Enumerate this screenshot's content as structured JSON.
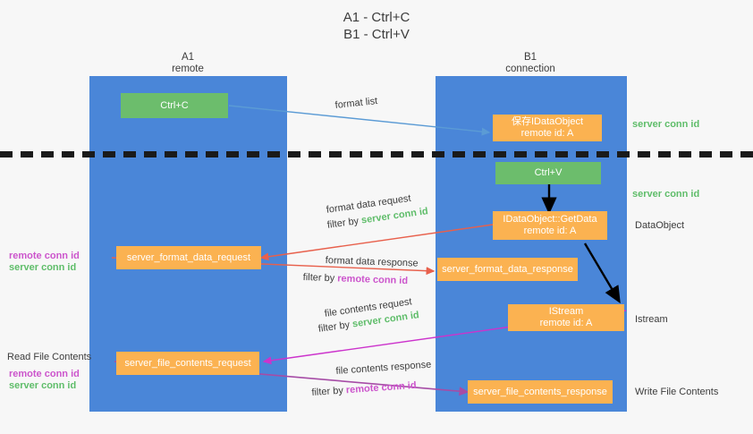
{
  "title": {
    "line1": "A1 - Ctrl+C",
    "line2": "B1 - Ctrl+V"
  },
  "columns": [
    {
      "name": "A1",
      "sub": "remote"
    },
    {
      "name": "B1",
      "sub": "connection"
    }
  ],
  "boxes": {
    "ctrl_c": "Ctrl+C",
    "ctrl_v": "Ctrl+V",
    "idataobject_title": "保存IDataObject",
    "idataobject_sub": "remote id: A",
    "getdata_title": "IDataObject::GetData",
    "getdata_sub": "remote id: A",
    "istream_title": "IStream",
    "istream_sub": "remote id: A",
    "server_format_data_request": "server_format_data_request",
    "server_format_data_response": "server_format_data_response",
    "server_file_contents_request": "server_file_contents_request",
    "server_file_contents_response": "server_file_contents_response"
  },
  "edge_labels": {
    "format_list": "format list",
    "format_data_request": "format data request",
    "format_data_response": "format data response",
    "file_contents_request": "file contents request",
    "file_contents_response": "file contents response",
    "filter_by": "filter by",
    "server_conn_id": "server conn id",
    "remote_conn_id": "remote conn id"
  },
  "side_labels": {
    "right_server_conn_id_top": "server conn id",
    "right_server_conn_id_mid": "server conn id",
    "right_dataobject": "DataObject",
    "right_istream": "Istream",
    "right_write_file_contents": "Write File Contents",
    "left_remote_conn_id_1": "remote conn id",
    "left_server_conn_id_1": "server conn id",
    "left_read_file_contents": "Read File Contents",
    "left_remote_conn_id_2": "remote conn id",
    "left_server_conn_id_2": "server conn id"
  },
  "colors": {
    "lane": "#4a86d8",
    "green_box": "#6cbd6c",
    "orange_box": "#fbb251",
    "accent_green": "#5fbd6a",
    "accent_purple": "#cc55cc",
    "arrow_blue": "#5b9bd5",
    "arrow_red": "#e8604c",
    "arrow_magenta": "#cc33cc",
    "arrow_purple": "#a64ca6",
    "arrow_black": "#000000",
    "background": "#f7f7f7"
  }
}
